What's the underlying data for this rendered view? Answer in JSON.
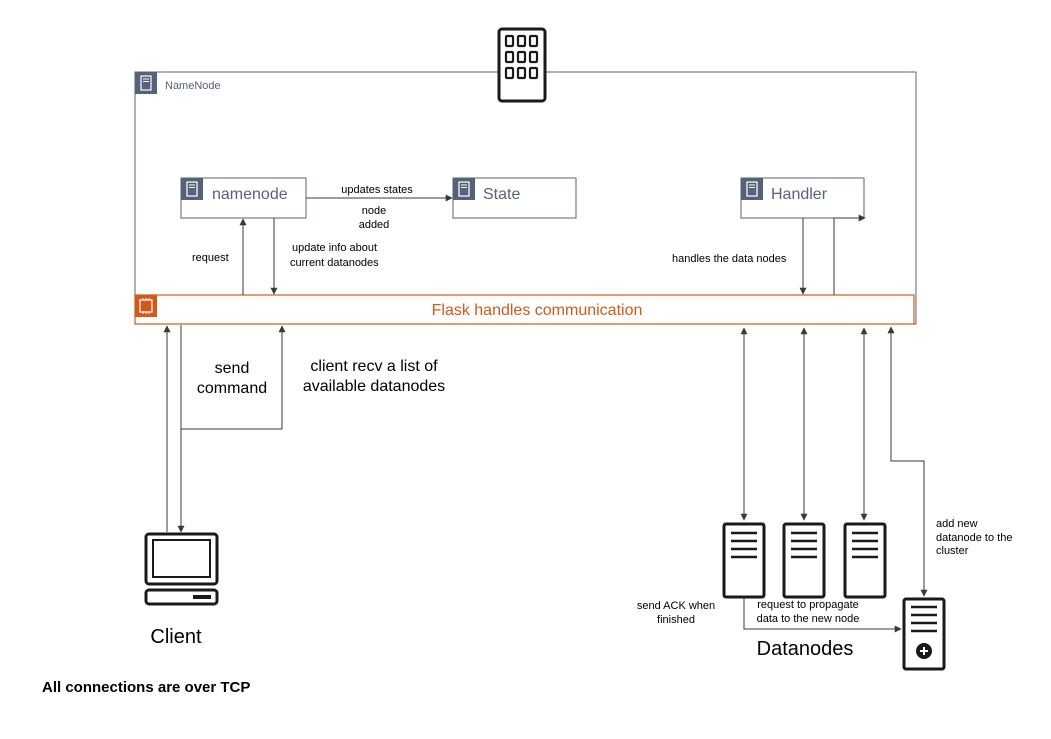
{
  "namenode_group": {
    "label": "NameNode"
  },
  "components": {
    "namenode": "namenode",
    "state": "State",
    "handler": "Handler"
  },
  "flask": {
    "label": "Flask handles communication"
  },
  "edges": {
    "updates_states": "updates states",
    "node_added_1": "node",
    "node_added_2": "added",
    "request": "request",
    "update_info_1": "update info about",
    "update_info_2": "current datanodes",
    "handles_data_nodes": "handles the data nodes",
    "send_command_1": "send",
    "send_command_2": "command",
    "client_recv_1": "client recv a list of",
    "client_recv_2": "available datanodes",
    "add_new_1": "add new",
    "add_new_2": "datanode to the",
    "add_new_3": "cluster",
    "send_ack_1": "send ACK when",
    "send_ack_2": "finished",
    "propagate_1": "request to propagate",
    "propagate_2": "data to the new node"
  },
  "labels": {
    "client": "Client",
    "datanodes": "Datanodes",
    "footer": "All connections are over TCP"
  },
  "colors": {
    "group_border": "#56627a",
    "icon_fill": "#56627a",
    "flask_accent": "#d05a1a",
    "line": "#3a3a3a",
    "device": "#1a1a1a"
  },
  "icons": {
    "building": "building-icon",
    "server": "server-icon",
    "chip": "chip-icon",
    "computer": "computer-icon",
    "add": "add-icon"
  }
}
